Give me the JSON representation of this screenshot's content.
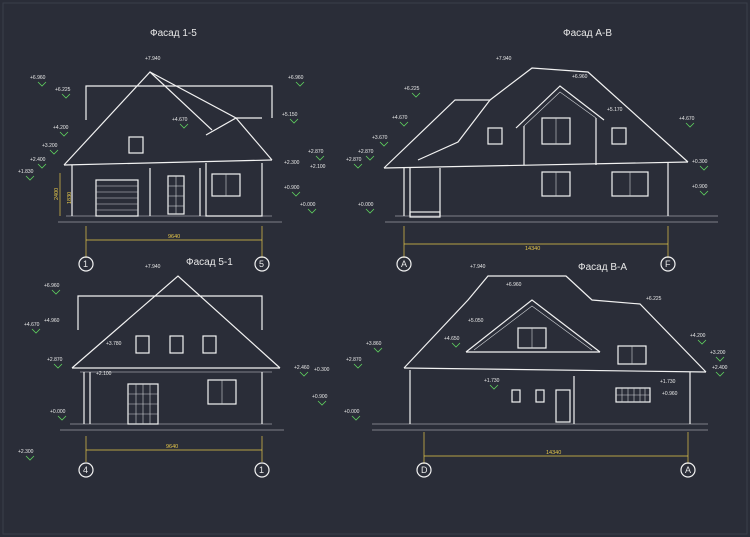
{
  "titles": {
    "f1": "Фасад 1-5",
    "f2": "Фасад А-В",
    "f3": "Фасад 5-1",
    "f4": "Фасад В-А"
  },
  "marks": {
    "f1": [
      "+7.940",
      "+6.960",
      "+6.225",
      "+6.960",
      "+5.150",
      "+4.670",
      "+4.200",
      "+3.200",
      "+2.870",
      "+2.400",
      "+2.100",
      "+2.300",
      "+1.830",
      "+0.900",
      "+0.000"
    ],
    "f2": [
      "+7.940",
      "+6.225",
      "+6.960",
      "+4.670",
      "+3.670",
      "+2.870",
      "+2.870",
      "+0.000",
      "+5.170",
      "+4.670",
      "+0.300",
      "+0.900"
    ],
    "f3": [
      "+7.940",
      "+6.960",
      "+4.670",
      "+4.960",
      "+3.780",
      "+2.870",
      "+2.100",
      "+0.000",
      "+2.460",
      "+0.300",
      "+0.900",
      "+2.300"
    ],
    "f4": [
      "+7.940",
      "+6.960",
      "+6.225",
      "+5.050",
      "+4.650",
      "+3.860",
      "+2.870",
      "+1.730",
      "+0.000",
      "+4.200",
      "+3.200",
      "+2.400",
      "+1.730",
      "+0.960"
    ]
  },
  "dims": {
    "f1": "9640",
    "f1_vert": [
      "2400",
      "1830"
    ],
    "f2": "14340",
    "f3": "9640",
    "f4": "14340"
  },
  "axes": {
    "f1": [
      "1",
      "5"
    ],
    "f2": [
      "А",
      "F"
    ],
    "f3": [
      "4",
      "1"
    ],
    "f4": [
      "D",
      "A"
    ]
  }
}
